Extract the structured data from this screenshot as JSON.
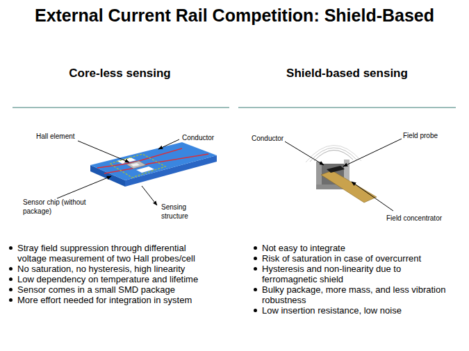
{
  "diagram": {
    "title": "External Current Rail Competition: Shield-Based",
    "labels": [
      "Core-less sensing",
      "Shield-based sensing",
      "Hall element",
      "Conductor",
      "Sensor chip (without package)",
      "Sensing structure",
      "Conductor",
      "Field probe",
      "Field concentrator",
      "Stray field suppression through differential voltage measurement of two Hall probes/cell",
      "No saturation, no hysteresis, high linearity",
      "Low dependency on temperature and lifetime",
      "Sensor comes in a small SMD package",
      "More effort needed for integration in system",
      "Not easy to integrate",
      "Risk of saturation in case of overcurrent",
      "Hysteresis and non-linearity due to ferromagnetic shield",
      "Bulky package, more mass, and less vibration robustness",
      "Low insertion resistance, low noise"
    ]
  }
}
